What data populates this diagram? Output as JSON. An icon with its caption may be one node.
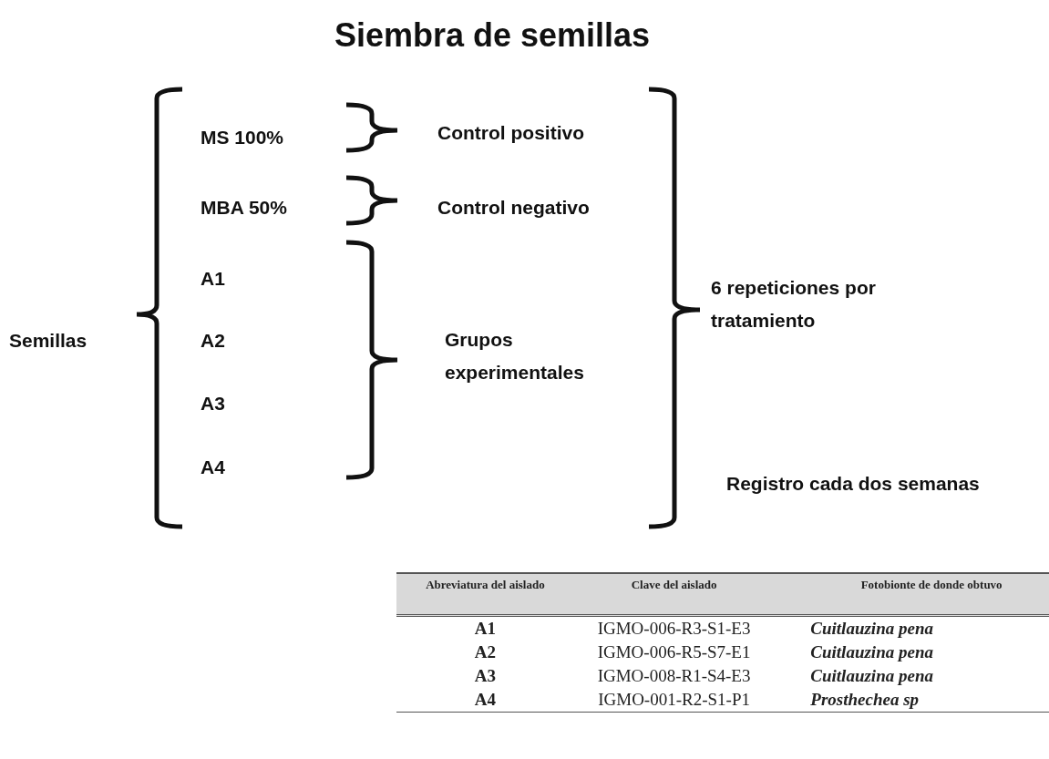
{
  "diagram": {
    "title": "Siembra de semillas",
    "labels": [
      "Semillas",
      "MS 100%",
      "Control positivo",
      "MBA 50%",
      "Control negativo",
      "A1",
      "A2",
      "A3",
      "A4",
      "Grupos experimentales",
      "6 repeticiones por tratamiento",
      "Registro cada dos semanas",
      "Abreviatura del aislado",
      "Clave del aislado",
      "Fotobionte de donde obtuvo",
      "A1",
      "IGMO-006-R3-S1-E3",
      "Cuitlauzina pena",
      "A2",
      "IGMO-006-R5-S7-E1",
      "Cuitlauzina pena",
      "A3",
      "IGMO-008-R1-S4-E3",
      "Cuitlauzina pena",
      "A4",
      "IGMO-001-R2-S1-P1",
      "Prosthechea sp"
    ]
  }
}
